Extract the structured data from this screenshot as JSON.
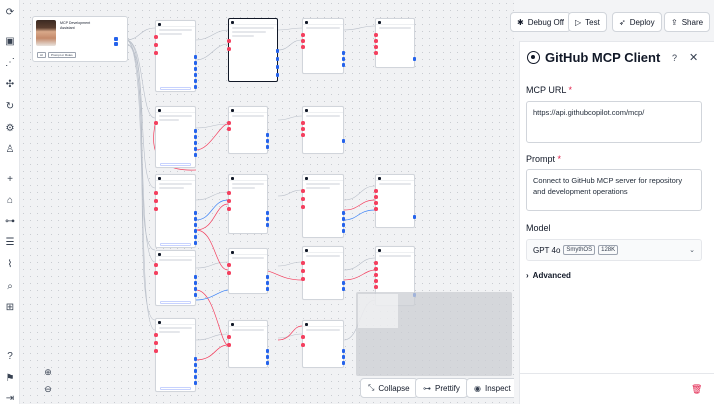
{
  "toolbar": {
    "debug_label": "Debug Off",
    "test_label": "Test",
    "deploy_label": "Deploy",
    "share_label": "Share"
  },
  "agent": {
    "name": "MCP Development Assistant",
    "btn_a": "AI",
    "btn_b": "Prompt or Rules"
  },
  "panel": {
    "title": "GitHub MCP Client",
    "help": "?",
    "close": "✕",
    "mcp_url_label": "MCP URL",
    "mcp_url_value": "https://api.githubcopilot.com/mcp/",
    "prompt_label": "Prompt",
    "prompt_value": "Connect to GitHub MCP server for repository and development operations",
    "model_label": "Model",
    "model_value": "GPT 4o",
    "model_badge_1": "SmythOS",
    "model_badge_2": "128K",
    "advanced_label": "Advanced",
    "required_mark": "*"
  },
  "canvas_tools": {
    "collapse_label": "Collapse",
    "prettify_label": "Prettify",
    "inspect_label": "Inspect"
  },
  "colors": {
    "input_port": "#f43f5e",
    "output_port": "#2563eb",
    "delete": "#e11d48"
  }
}
